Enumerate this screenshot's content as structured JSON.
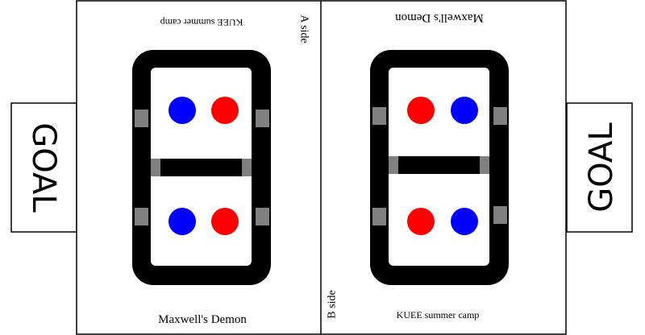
{
  "goals": {
    "left_label": "GOAL",
    "right_label": "GOAL"
  },
  "side_a": {
    "side_label": "A side",
    "top_text": "KUEE summer camp",
    "bottom_text": "Maxwell's Demon"
  },
  "side_b": {
    "side_label": "B side",
    "top_text": "Maxwell's Demon",
    "bottom_text": "KUEE summer camp"
  },
  "colors": {
    "ball_blue": "#0000ff",
    "ball_red": "#ff0000",
    "wall": "#000000",
    "gate": "#808080"
  },
  "chambers": {
    "a": {
      "upper": [
        "blue",
        "red"
      ],
      "lower": [
        "blue",
        "red"
      ]
    },
    "b": {
      "upper": [
        "red",
        "blue"
      ],
      "lower": [
        "red",
        "blue"
      ]
    }
  }
}
